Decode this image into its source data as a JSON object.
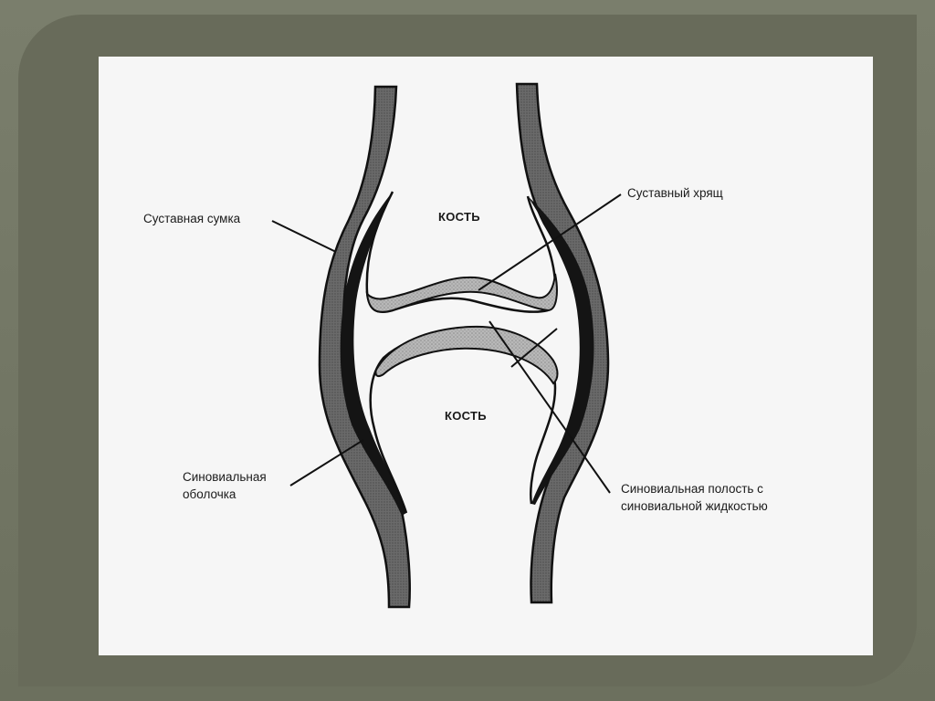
{
  "labels": {
    "bone_top": "КОСТЬ",
    "bone_bottom": "КОСТЬ",
    "capsule": "Суставная сумка",
    "cartilage": "Суставный хрящ",
    "synovial_membrane_1": "Синовиальная",
    "synovial_membrane_2": "оболочка",
    "cavity_1": "Синовиальная полость с",
    "cavity_2": "синовиальной жидкостью"
  },
  "colors": {
    "frame": "#686b5a",
    "slide": "#f6f6f6",
    "capsule_fill": "#6a6a6a",
    "cartilage_fill": "#b9b9b9",
    "outline": "#111111"
  }
}
